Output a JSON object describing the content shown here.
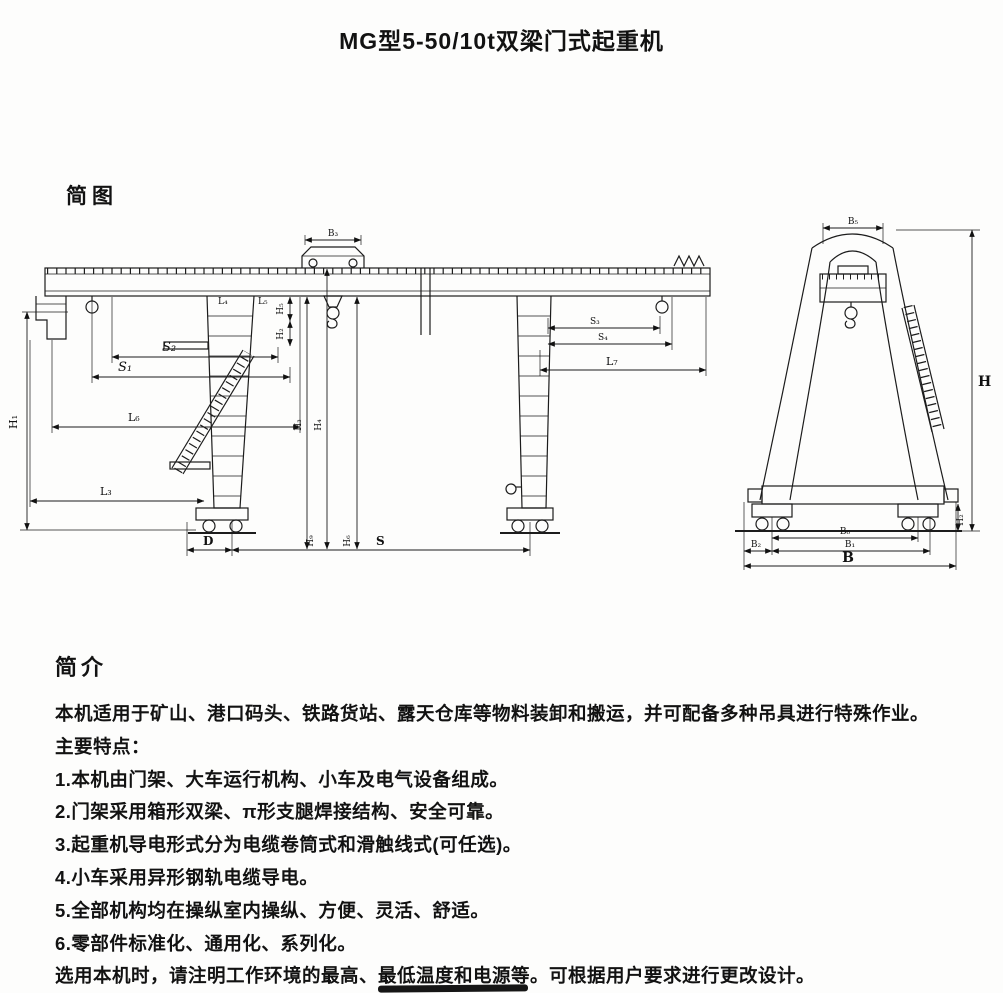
{
  "page": {
    "title": "MG型5-50/10t双梁门式起重机"
  },
  "diagram": {
    "section_label": "简图",
    "labels": {
      "b3": "B₃",
      "l4": "L₄",
      "l5": "L₅",
      "s2": "S₂",
      "s1": "S₁",
      "h1": "H₁",
      "l6": "L₆",
      "l3": "L₃",
      "d": "D",
      "s": "S",
      "h5": "H₅",
      "h2": "H₂",
      "h3": "H₃",
      "h4": "H₄",
      "h9": "H₉",
      "h6": "H₆",
      "s3": "S₃",
      "s4": "S₄",
      "l7": "L₇",
      "b5": "B₅",
      "b6": "B₆",
      "b2": "B₂",
      "b1": "B₁",
      "b": "B",
      "h": "H",
      "h2s": "H₂"
    }
  },
  "intro": {
    "heading": "简介",
    "paragraph": "本机适用于矿山、港口码头、铁路货站、露天仓库等物料装卸和搬运，并可配备多种吊具进行特殊作业。",
    "features_label": "主要特点：",
    "features": [
      "1.本机由门架、大车运行机构、小车及电气设备组成。",
      "2.门架采用箱形双梁、π形支腿焊接结构、安全可靠。",
      "3.起重机导电形式分为电缆卷筒式和滑触线式(可任选)。",
      "4.小车采用异形钢轨电缆导电。",
      "5.全部机构均在操纵室内操纵、方便、灵活、舒适。",
      "6.零部件标准化、通用化、系列化。"
    ],
    "note": "选用本机时，请注明工作环境的最高、最低温度和电源等。可根据用户要求进行更改设计。"
  }
}
